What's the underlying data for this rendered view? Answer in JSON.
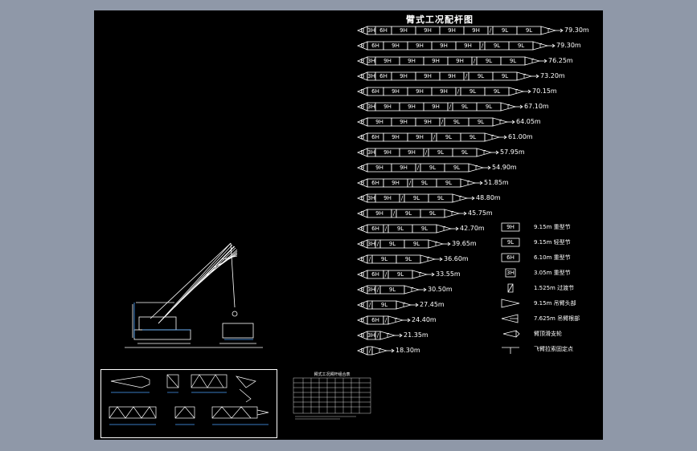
{
  "title": "臂式工况配杆图",
  "boom_rows": [
    {
      "segments": [
        "B",
        "3H",
        "6H",
        "9H",
        "9H",
        "9H",
        "9H",
        "/",
        "9L",
        "9L",
        "T"
      ],
      "length": "79.30m",
      "arrow": "long"
    },
    {
      "segments": [
        "B",
        "6H",
        "9H",
        "9H",
        "9H",
        "9H",
        "/",
        "9L",
        "9L",
        "T"
      ],
      "length": "79.30m",
      "arrow": "long"
    },
    {
      "segments": [
        "B",
        "3H",
        "9H",
        "9H",
        "9H",
        "9H",
        "/",
        "9L",
        "9L",
        "T"
      ],
      "length": "76.25m",
      "arrow": "short"
    },
    {
      "segments": [
        "B",
        "3H",
        "6H",
        "9H",
        "9H",
        "9H",
        "/",
        "9L",
        "9L",
        "T"
      ],
      "length": "73.20m",
      "arrow": "short"
    },
    {
      "segments": [
        "B",
        "6H",
        "9H",
        "9H",
        "9H",
        "/",
        "9L",
        "9L",
        "T"
      ],
      "length": "70.15m",
      "arrow": "short"
    },
    {
      "segments": [
        "B",
        "3H",
        "9H",
        "9H",
        "9H",
        "/",
        "9L",
        "9L",
        "T"
      ],
      "length": "67.10m",
      "arrow": "short"
    },
    {
      "segments": [
        "B",
        "9H",
        "9H",
        "9H",
        "/",
        "9L",
        "9L",
        "T"
      ],
      "length": "64.05m",
      "arrow": "short"
    },
    {
      "segments": [
        "B",
        "6H",
        "9H",
        "9H",
        "/",
        "9L",
        "9L",
        "T"
      ],
      "length": "61.00m",
      "arrow": "short"
    },
    {
      "segments": [
        "B",
        "3H",
        "9H",
        "9H",
        "/",
        "9L",
        "9L",
        "T"
      ],
      "length": "57.95m",
      "arrow": "short"
    },
    {
      "segments": [
        "B",
        "9H",
        "9H",
        "/",
        "9L",
        "9L",
        "T"
      ],
      "length": "54.90m",
      "arrow": "short"
    },
    {
      "segments": [
        "B",
        "6H",
        "9H",
        "/",
        "9L",
        "9L",
        "T"
      ],
      "length": "51.85m",
      "arrow": "short"
    },
    {
      "segments": [
        "B",
        "3H",
        "9H",
        "/",
        "9L",
        "9L",
        "T"
      ],
      "length": "48.80m",
      "arrow": "short"
    },
    {
      "segments": [
        "B",
        "9H",
        "/",
        "9L",
        "9L",
        "T"
      ],
      "length": "45.75m",
      "arrow": "short"
    },
    {
      "segments": [
        "B",
        "6H",
        "/",
        "9L",
        "9L",
        "T"
      ],
      "length": "42.70m",
      "arrow": "short"
    },
    {
      "segments": [
        "B",
        "3H",
        "/",
        "9L",
        "9L",
        "T"
      ],
      "length": "39.65m",
      "arrow": "short"
    },
    {
      "segments": [
        "B",
        "/",
        "9L",
        "9L",
        "T"
      ],
      "length": "36.60m",
      "arrow": "short"
    },
    {
      "segments": [
        "B",
        "6H",
        "/",
        "9L",
        "T"
      ],
      "length": "33.55m",
      "arrow": "short"
    },
    {
      "segments": [
        "B",
        "3H",
        "/",
        "9L",
        "T"
      ],
      "length": "30.50m",
      "arrow": "short"
    },
    {
      "segments": [
        "B",
        "/",
        "9L",
        "T"
      ],
      "length": "27.45m",
      "arrow": "short"
    },
    {
      "segments": [
        "B",
        "6H",
        "/",
        "T"
      ],
      "length": "24.40m",
      "arrow": "short"
    },
    {
      "segments": [
        "B",
        "3H",
        "/",
        "T"
      ],
      "length": "21.35m",
      "arrow": "short"
    },
    {
      "segments": [
        "B",
        "/",
        "T"
      ],
      "length": "18.30m",
      "arrow": "short"
    }
  ],
  "legend": [
    {
      "symbol": "9H",
      "text": "9.15m 重型节"
    },
    {
      "symbol": "9L",
      "text": "9.15m 轻型节"
    },
    {
      "symbol": "6H",
      "text": "6.10m 重型节"
    },
    {
      "symbol": "3H",
      "text": "3.05m 重型节"
    },
    {
      "symbol": "/",
      "text": "1.525m 过渡节"
    },
    {
      "symbol": "T",
      "text": "9.15m 吊臂头部"
    },
    {
      "symbol": "B",
      "text": "7.625m 吊臂根部"
    },
    {
      "symbol": "support",
      "text": "臂顶滑支轮"
    },
    {
      "symbol": "pin",
      "text": "飞臂拉索固定点"
    }
  ],
  "table_title": "臂式工况臂杆组合表",
  "colors": {
    "page_bg": "#8f98a8",
    "sheet_bg": "#000000",
    "line": "#ffffff",
    "accent": "#4aa3ff"
  }
}
